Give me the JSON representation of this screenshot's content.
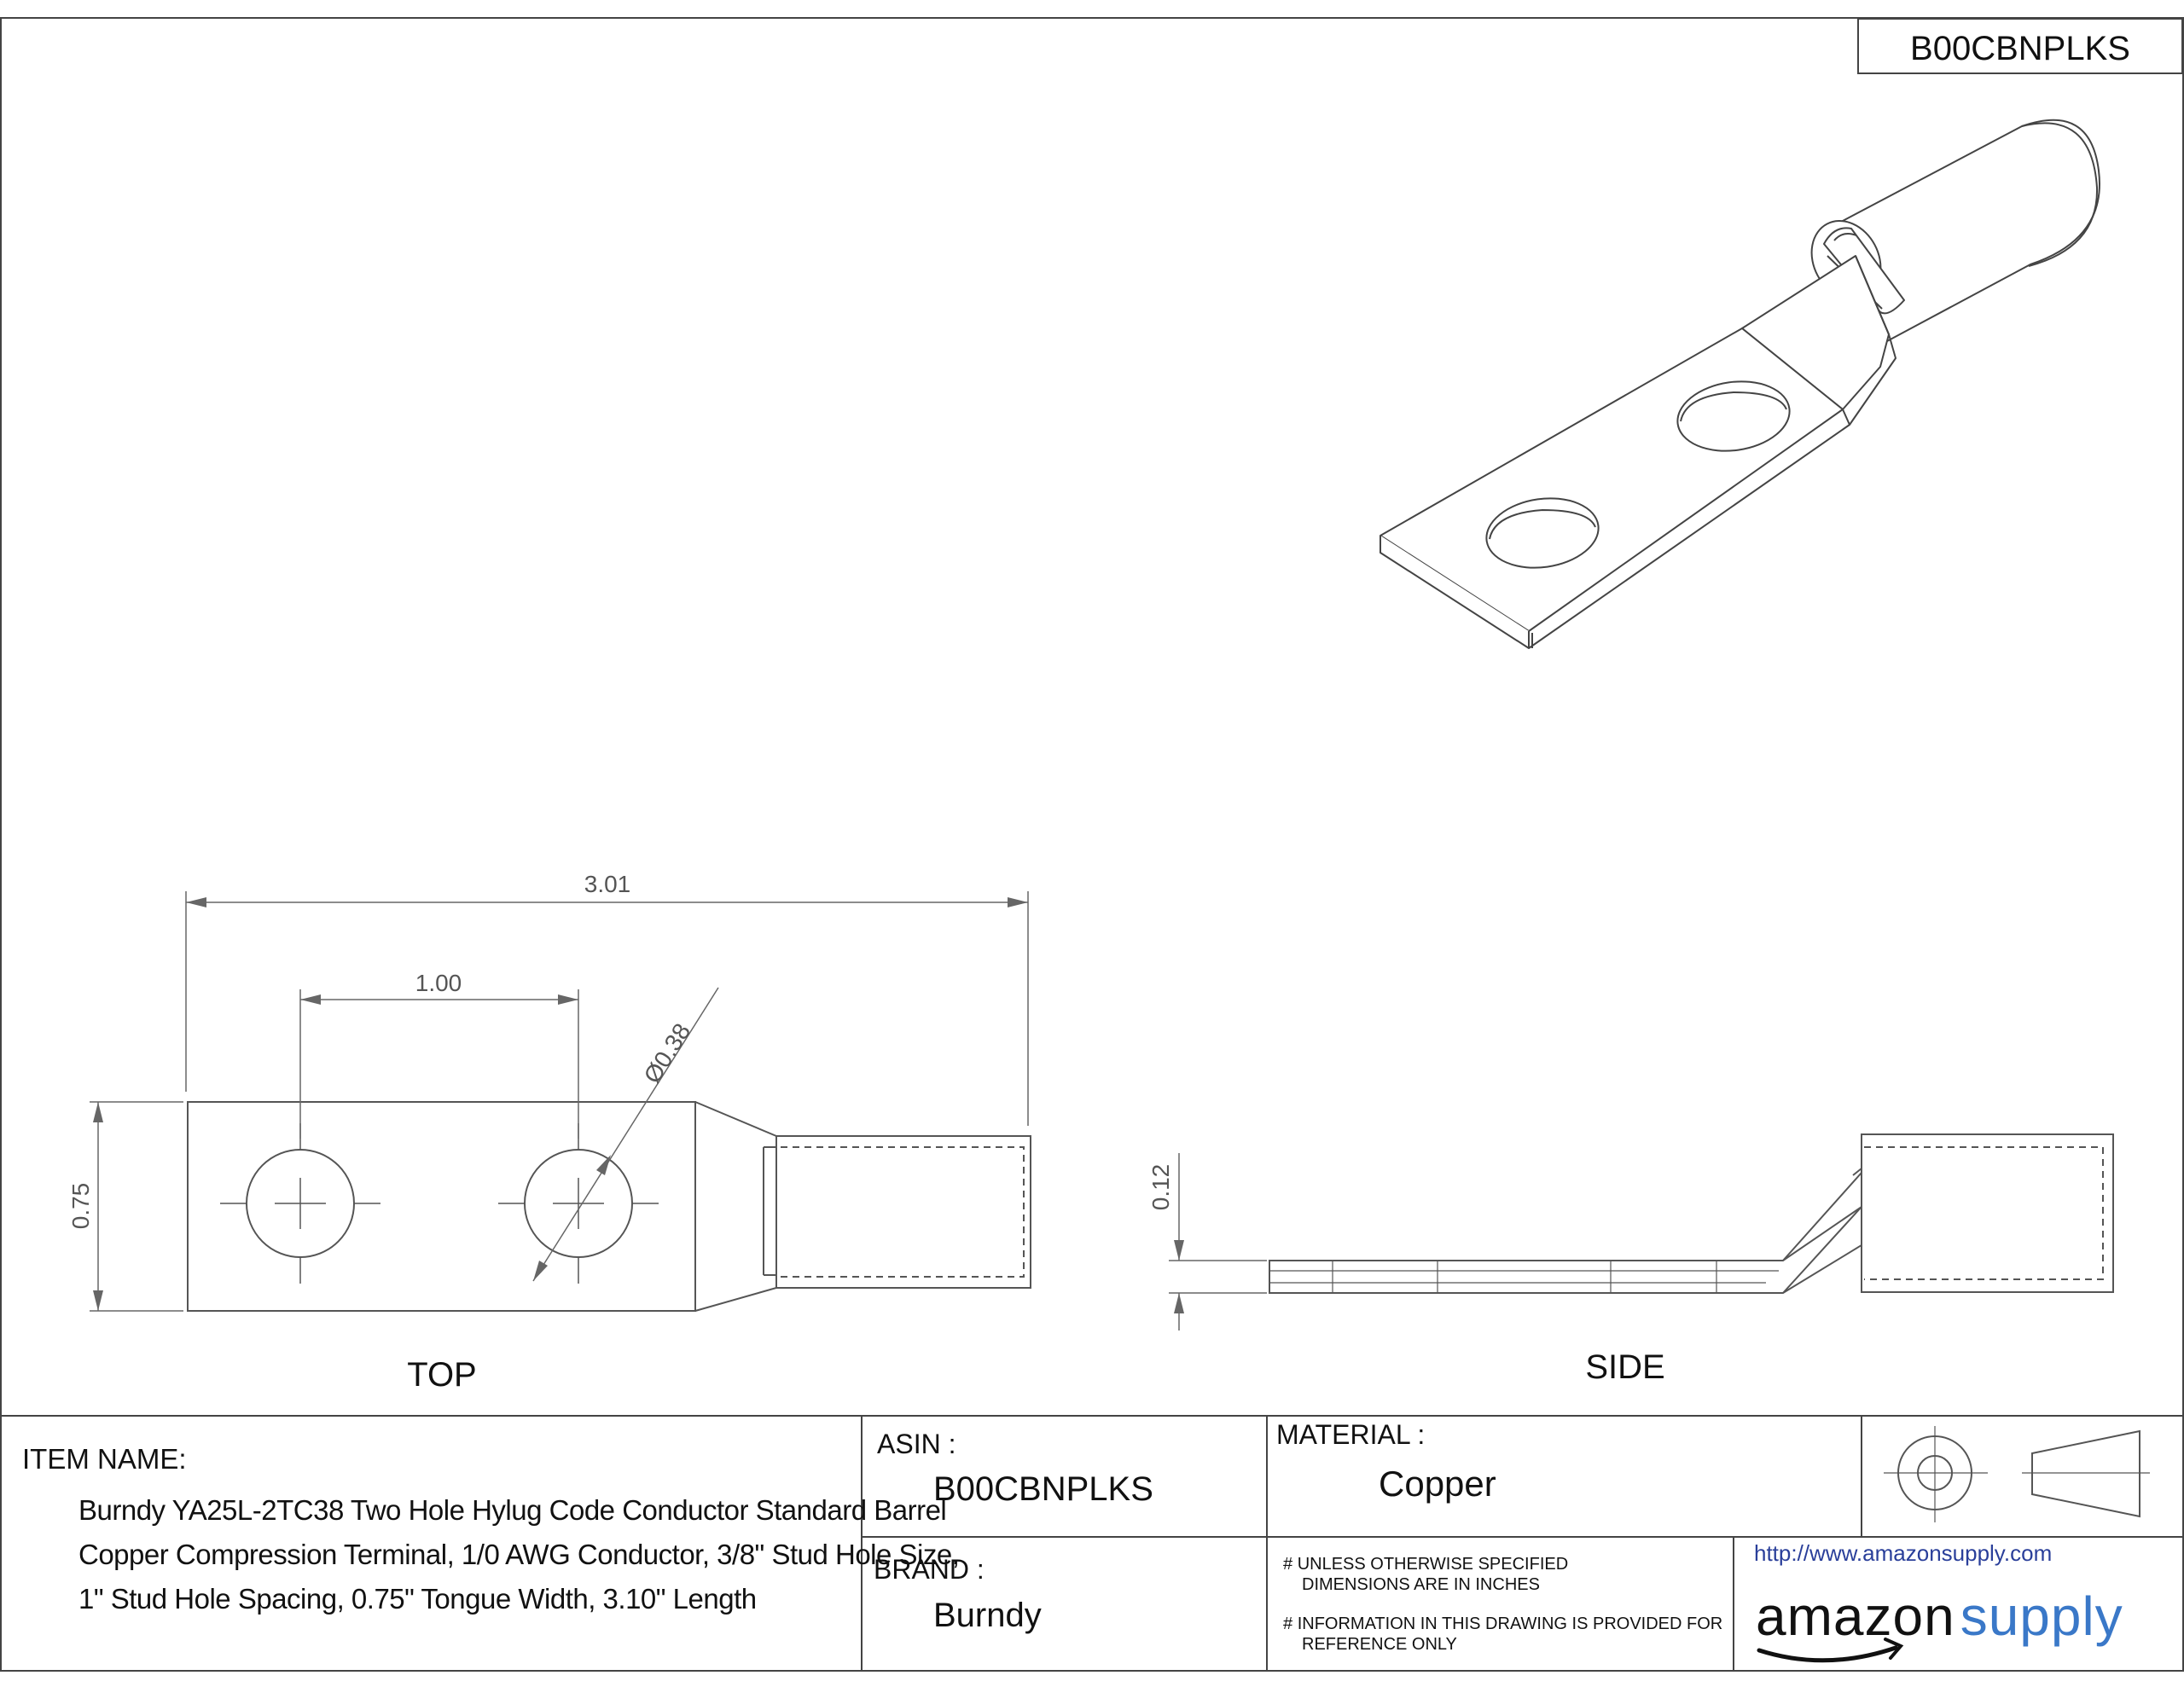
{
  "drawing_id": "B00CBNPLKS",
  "views": {
    "top_label": "TOP",
    "side_label": "SIDE"
  },
  "dimensions": {
    "overall_length": "3.01",
    "hole_spacing": "1.00",
    "hole_diameter": "Ø0.38",
    "tongue_width": "0.75",
    "thickness": "0.12"
  },
  "title_block": {
    "item_name_label": "ITEM NAME:",
    "item_name_lines": [
      "Burndy YA25L-2TC38 Two Hole Hylug Code Conductor Standard Barrel",
      "Copper Compression Terminal, 1/0 AWG Conductor, 3/8\" Stud Hole Size,",
      "1\" Stud Hole Spacing, 0.75\" Tongue Width, 3.10\" Length"
    ],
    "asin_label": "ASIN :",
    "asin_value": "B00CBNPLKS",
    "brand_label": "BRAND :",
    "brand_value": "Burndy",
    "material_label": "MATERIAL :",
    "material_value": "Copper",
    "notes": [
      {
        "prefix": "#",
        "lines": [
          "UNLESS OTHERWISE SPECIFIED",
          "DIMENSIONS ARE IN INCHES"
        ]
      },
      {
        "prefix": "#",
        "lines": [
          "INFORMATION IN THIS DRAWING IS PROVIDED FOR",
          "REFERENCE ONLY"
        ]
      }
    ],
    "url": "http://www.amazonsupply.com",
    "logo_text_1": "amazon",
    "logo_text_2": "supply",
    "projection_symbol": "third-angle-projection-icon"
  }
}
